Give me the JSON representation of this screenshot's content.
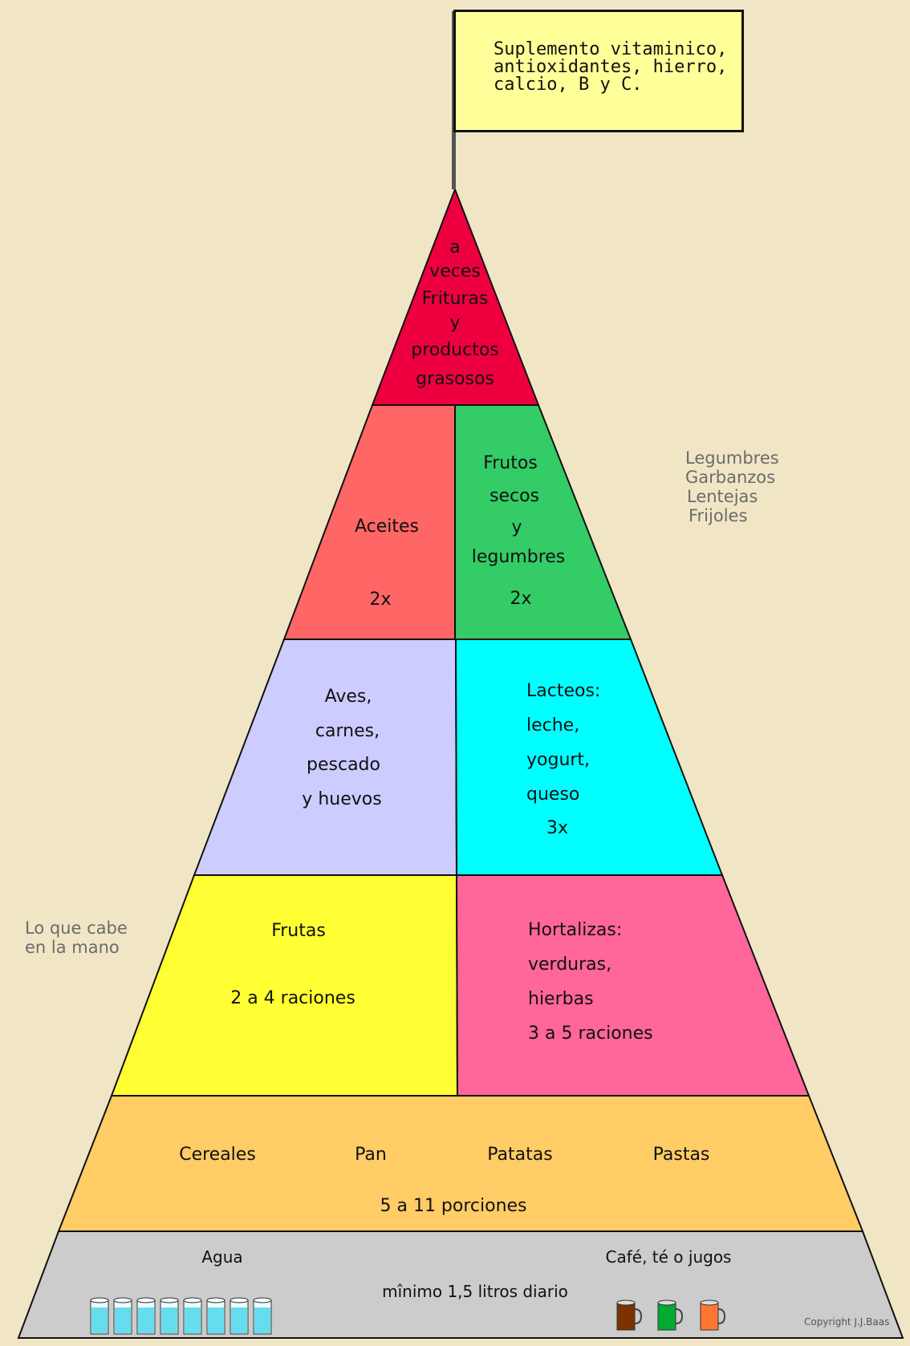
{
  "flag": {
    "lines": [
      "Suplemento vitaminico,",
      "antioxidantes, hierro,",
      "calcio, B y C."
    ]
  },
  "tiers": {
    "top": {
      "lines": [
        "a",
        "veces",
        "Frituras",
        "y",
        "productos",
        "grasosos"
      ],
      "color": "#ee0040"
    },
    "oils": {
      "label": "Aceites",
      "freq": "2x",
      "color": "#ff6666"
    },
    "nuts": {
      "lines": [
        "Frutos",
        "secos",
        "y",
        "legumbres"
      ],
      "freq": "2x",
      "color": "#33cc66"
    },
    "proteins": {
      "lines": [
        "Aves,",
        "carnes,",
        "pescado",
        "y huevos"
      ],
      "color": "#ccccff"
    },
    "dairy": {
      "lines": [
        "Lacteos:",
        "leche,",
        "yogurt,",
        "queso"
      ],
      "freq": "3x",
      "color": "#00ffff"
    },
    "fruits": {
      "label": "Frutas",
      "freq": "2 a 4 raciones",
      "color": "#ffff33"
    },
    "vegetables": {
      "lines": [
        "Hortalizas:",
        "verduras,",
        "hierbas"
      ],
      "freq": "3 a 5 raciones",
      "color": "#ff6699"
    },
    "grains": {
      "items": [
        "Cereales",
        "Pan",
        "Patatas",
        "Pastas"
      ],
      "freq": "5 a 11 porciones",
      "color": "#ffcc66"
    },
    "water": {
      "left": "Agua",
      "right": "Café, té o jugos",
      "center": "mînimo 1,5 litros diario",
      "color": "#cccccc"
    }
  },
  "side_notes": {
    "legumes": [
      "Legumbres",
      "Garbanzos",
      "Lentejas",
      "Frijoles"
    ],
    "hand": [
      "Lo que cabe",
      "en la mano"
    ]
  },
  "copyright": "Copyright J.J.Baas",
  "drinks": {
    "glass_count": 8,
    "glass_color": "#66ddee",
    "cup_colors": [
      "#7a3300",
      "#00aa33",
      "#ff7733"
    ]
  }
}
